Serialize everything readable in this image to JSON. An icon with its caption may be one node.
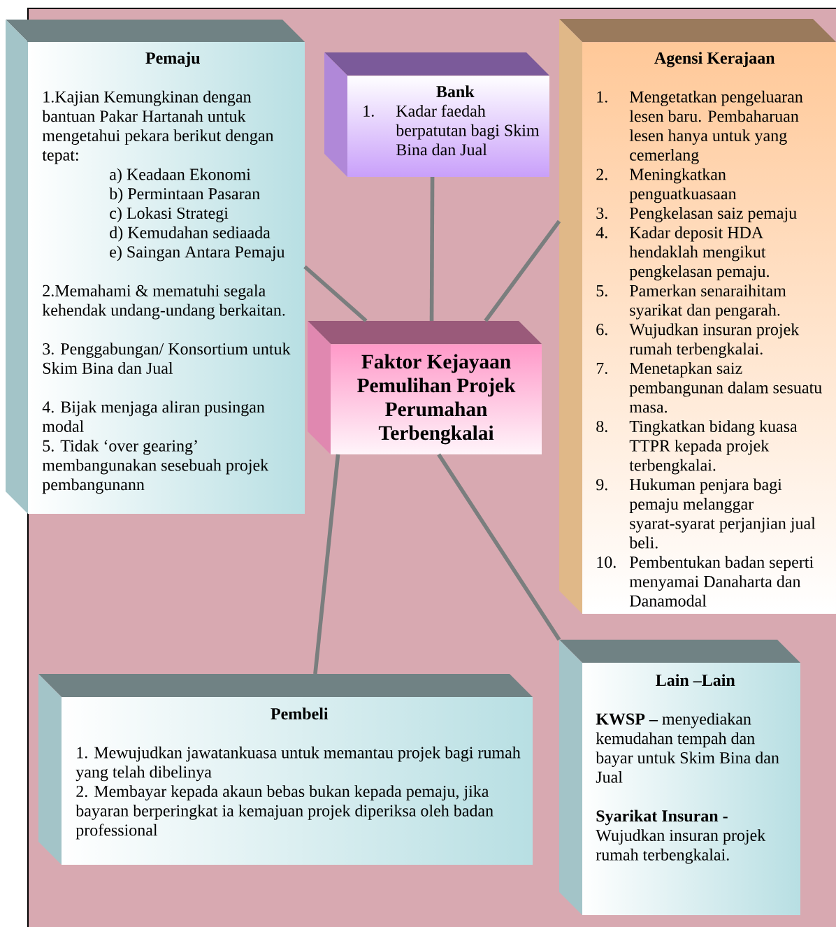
{
  "diagram": {
    "nodes": [
      {
        "text": [
          "Pemaju",
          "1.Kajian Kemungkinan dengan bantuan Pakar Hartanah untuk mengetahui pekara berikut dengan tepat:",
          "a) Keadaan Ekonomi",
          "b) Permintaan Pasaran",
          "c) Lokasi Strategi",
          "d) Kemudahan sediaada",
          "e) Saingan Antara Pemaju",
          "2.Memahami & mematuhi segala kehendak undang-undang berkaitan.",
          "3. Penggabungan/ Konsortium untuk Skim Bina dan Jual",
          "4. Bijak menjaga aliran pusingan modal",
          "5. Tidak ‘over gearing’ membangunakan sesebuah projek pembangunann"
        ]
      },
      {
        "text": [
          "Bank",
          "1.",
          "Kadar faedah berpatutan bagi Skim Bina dan Jual"
        ]
      },
      {
        "text": [
          "Agensi Kerajaan",
          "1.",
          "Mengetatkan pengeluaran lesen baru. Pembaharuan lesen hanya untuk yang cemerlang",
          "2.",
          "Meningkatkan penguatkuasaan",
          "3.",
          "Pengkelasan saiz pemaju",
          "4.",
          "Kadar deposit HDA hendaklah mengikut pengkelasan pemaju.",
          "5.",
          "Pamerkan senaraihitam syarikat dan pengarah.",
          "6.",
          "Wujudkan insuran projek rumah terbengkalai.",
          "7.",
          "Menetapkan saiz pembangunan dalam sesuatu masa.",
          "8.",
          "Tingkatkan bidang kuasa TTPR kepada projek terbengkalai.",
          "9.",
          "Hukuman penjara bagi pemaju melanggar syarat-syarat perjanjian jual beli.",
          "10.",
          "Pembentukan badan seperti menyamai Danaharta dan Danamodal"
        ]
      },
      {
        "text": [
          "Faktor Kejayaan Pemulihan Projek Perumahan Terbengkalai"
        ]
      },
      {
        "text": [
          "Pembeli",
          "1. Mewujudkan jawatankuasa untuk memantau projek bagi rumah yang telah dibelinya",
          "2. Membayar kepada akaun bebas bukan kepada pemaju, jika bayaran berperingkat ia kemajuan projek diperiksa oleh badan professional"
        ]
      },
      {
        "text": [
          "Lain –Lain",
          "**KWSP –** menyediakan kemudahan tempah dan bayar untuk Skim Bina dan Jual",
          "**Syarikat Insuran -** Wujudkan insuran projek rumah terbengkalai."
        ]
      }
    ],
    "edges": [
      {
        "from": 0,
        "to": 3,
        "arrow": "none"
      },
      {
        "from": 1,
        "to": 3,
        "arrow": "none"
      },
      {
        "from": 2,
        "to": 3,
        "arrow": "none"
      },
      {
        "from": 3,
        "to": 4,
        "arrow": "none"
      },
      {
        "from": 3,
        "to": 5,
        "arrow": "none"
      }
    ]
  }
}
